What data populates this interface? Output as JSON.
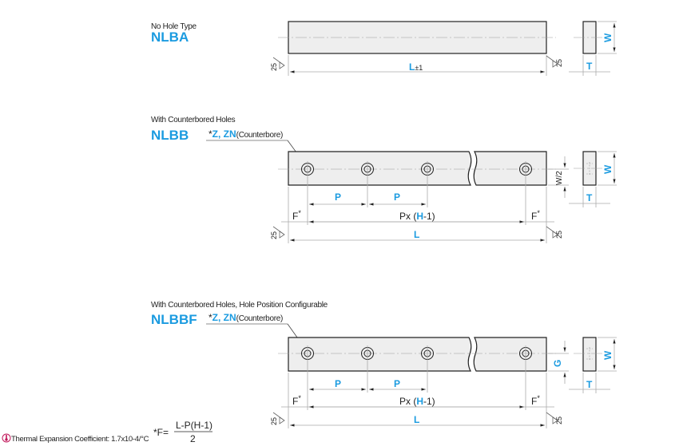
{
  "sections": [
    {
      "caption": "No Hole Type",
      "code": "NLBA",
      "length_label": "L",
      "tolerance": "±1",
      "width_label": "W",
      "thickness_label": "T",
      "roughness": "25"
    },
    {
      "caption": "With Counterbored Holes",
      "code": "NLBB",
      "hole_note_star": "*",
      "hole_note_codes": "Z, ZN",
      "hole_note_desc": "(Counterbore)",
      "pitch_label": "P",
      "f_label": "F",
      "f_star": "*",
      "px_prefix": "Px (",
      "px_h": "H",
      "px_suffix": "-1)",
      "length_label": "L",
      "half_width_label": "W/2",
      "width_label": "W",
      "thickness_label": "T",
      "roughness": "25"
    },
    {
      "caption": "With Counterbored Holes, Hole Position Configurable",
      "code": "NLBBF",
      "hole_note_star": "*",
      "hole_note_codes": "Z, ZN",
      "hole_note_desc": "(Counterbore)",
      "pitch_label": "P",
      "f_label": "F",
      "f_star": "*",
      "px_prefix": "Px (",
      "px_h": "H",
      "px_suffix": "-1)",
      "length_label": "L",
      "g_label": "G",
      "width_label": "W",
      "thickness_label": "T",
      "roughness": "25"
    }
  ],
  "formula": {
    "lhs": "*F=",
    "numerator": "L-P(H-1)",
    "denominator": "2"
  },
  "footer": {
    "icon": "thermometer-icon",
    "text": "Thermal Expansion Coefficient: 1.7x10-4/°C"
  },
  "colors": {
    "accent": "#1b9be0",
    "bar_fill": "#eeeeee"
  }
}
